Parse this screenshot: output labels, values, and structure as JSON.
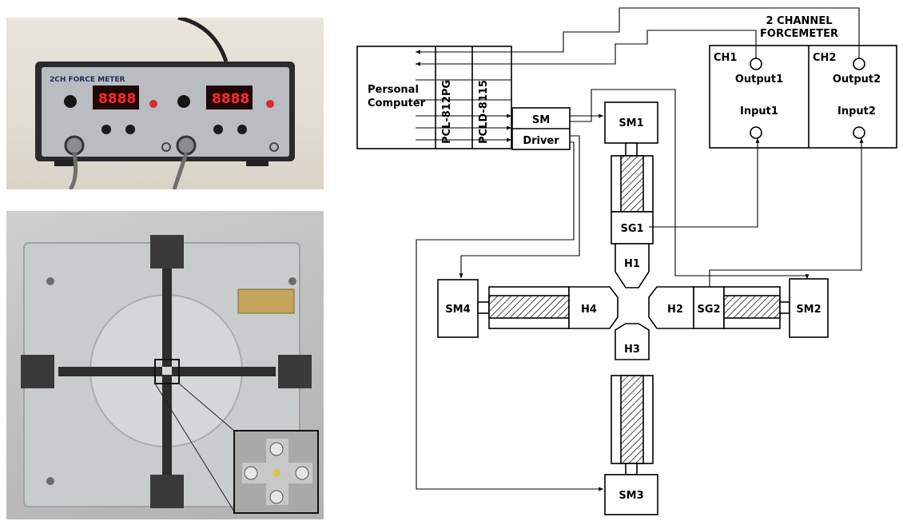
{
  "photos": {
    "forcemeter_panel_title": "2CH FORCE METER",
    "forcemeter_display_1": "8888",
    "forcemeter_display_2": "8888"
  },
  "diagram": {
    "forcemeter_title_line1": "2 CHANNEL",
    "forcemeter_title_line2": "FORCEMETER",
    "ch1": "CH1",
    "ch2": "CH2",
    "output1": "Output1",
    "output2": "Output2",
    "input1": "Input1",
    "input2": "Input2",
    "pc_line1": "Personal",
    "pc_line2": "Computer",
    "card1": "PCL-812PG",
    "card2": "PCLD-8115",
    "driver_line1": "SM",
    "driver_line2": "Driver",
    "sm1": "SM1",
    "sm2": "SM2",
    "sm3": "SM3",
    "sm4": "SM4",
    "sg1": "SG1",
    "sg2": "SG2",
    "h1": "H1",
    "h2": "H2",
    "h3": "H3",
    "h4": "H4"
  }
}
